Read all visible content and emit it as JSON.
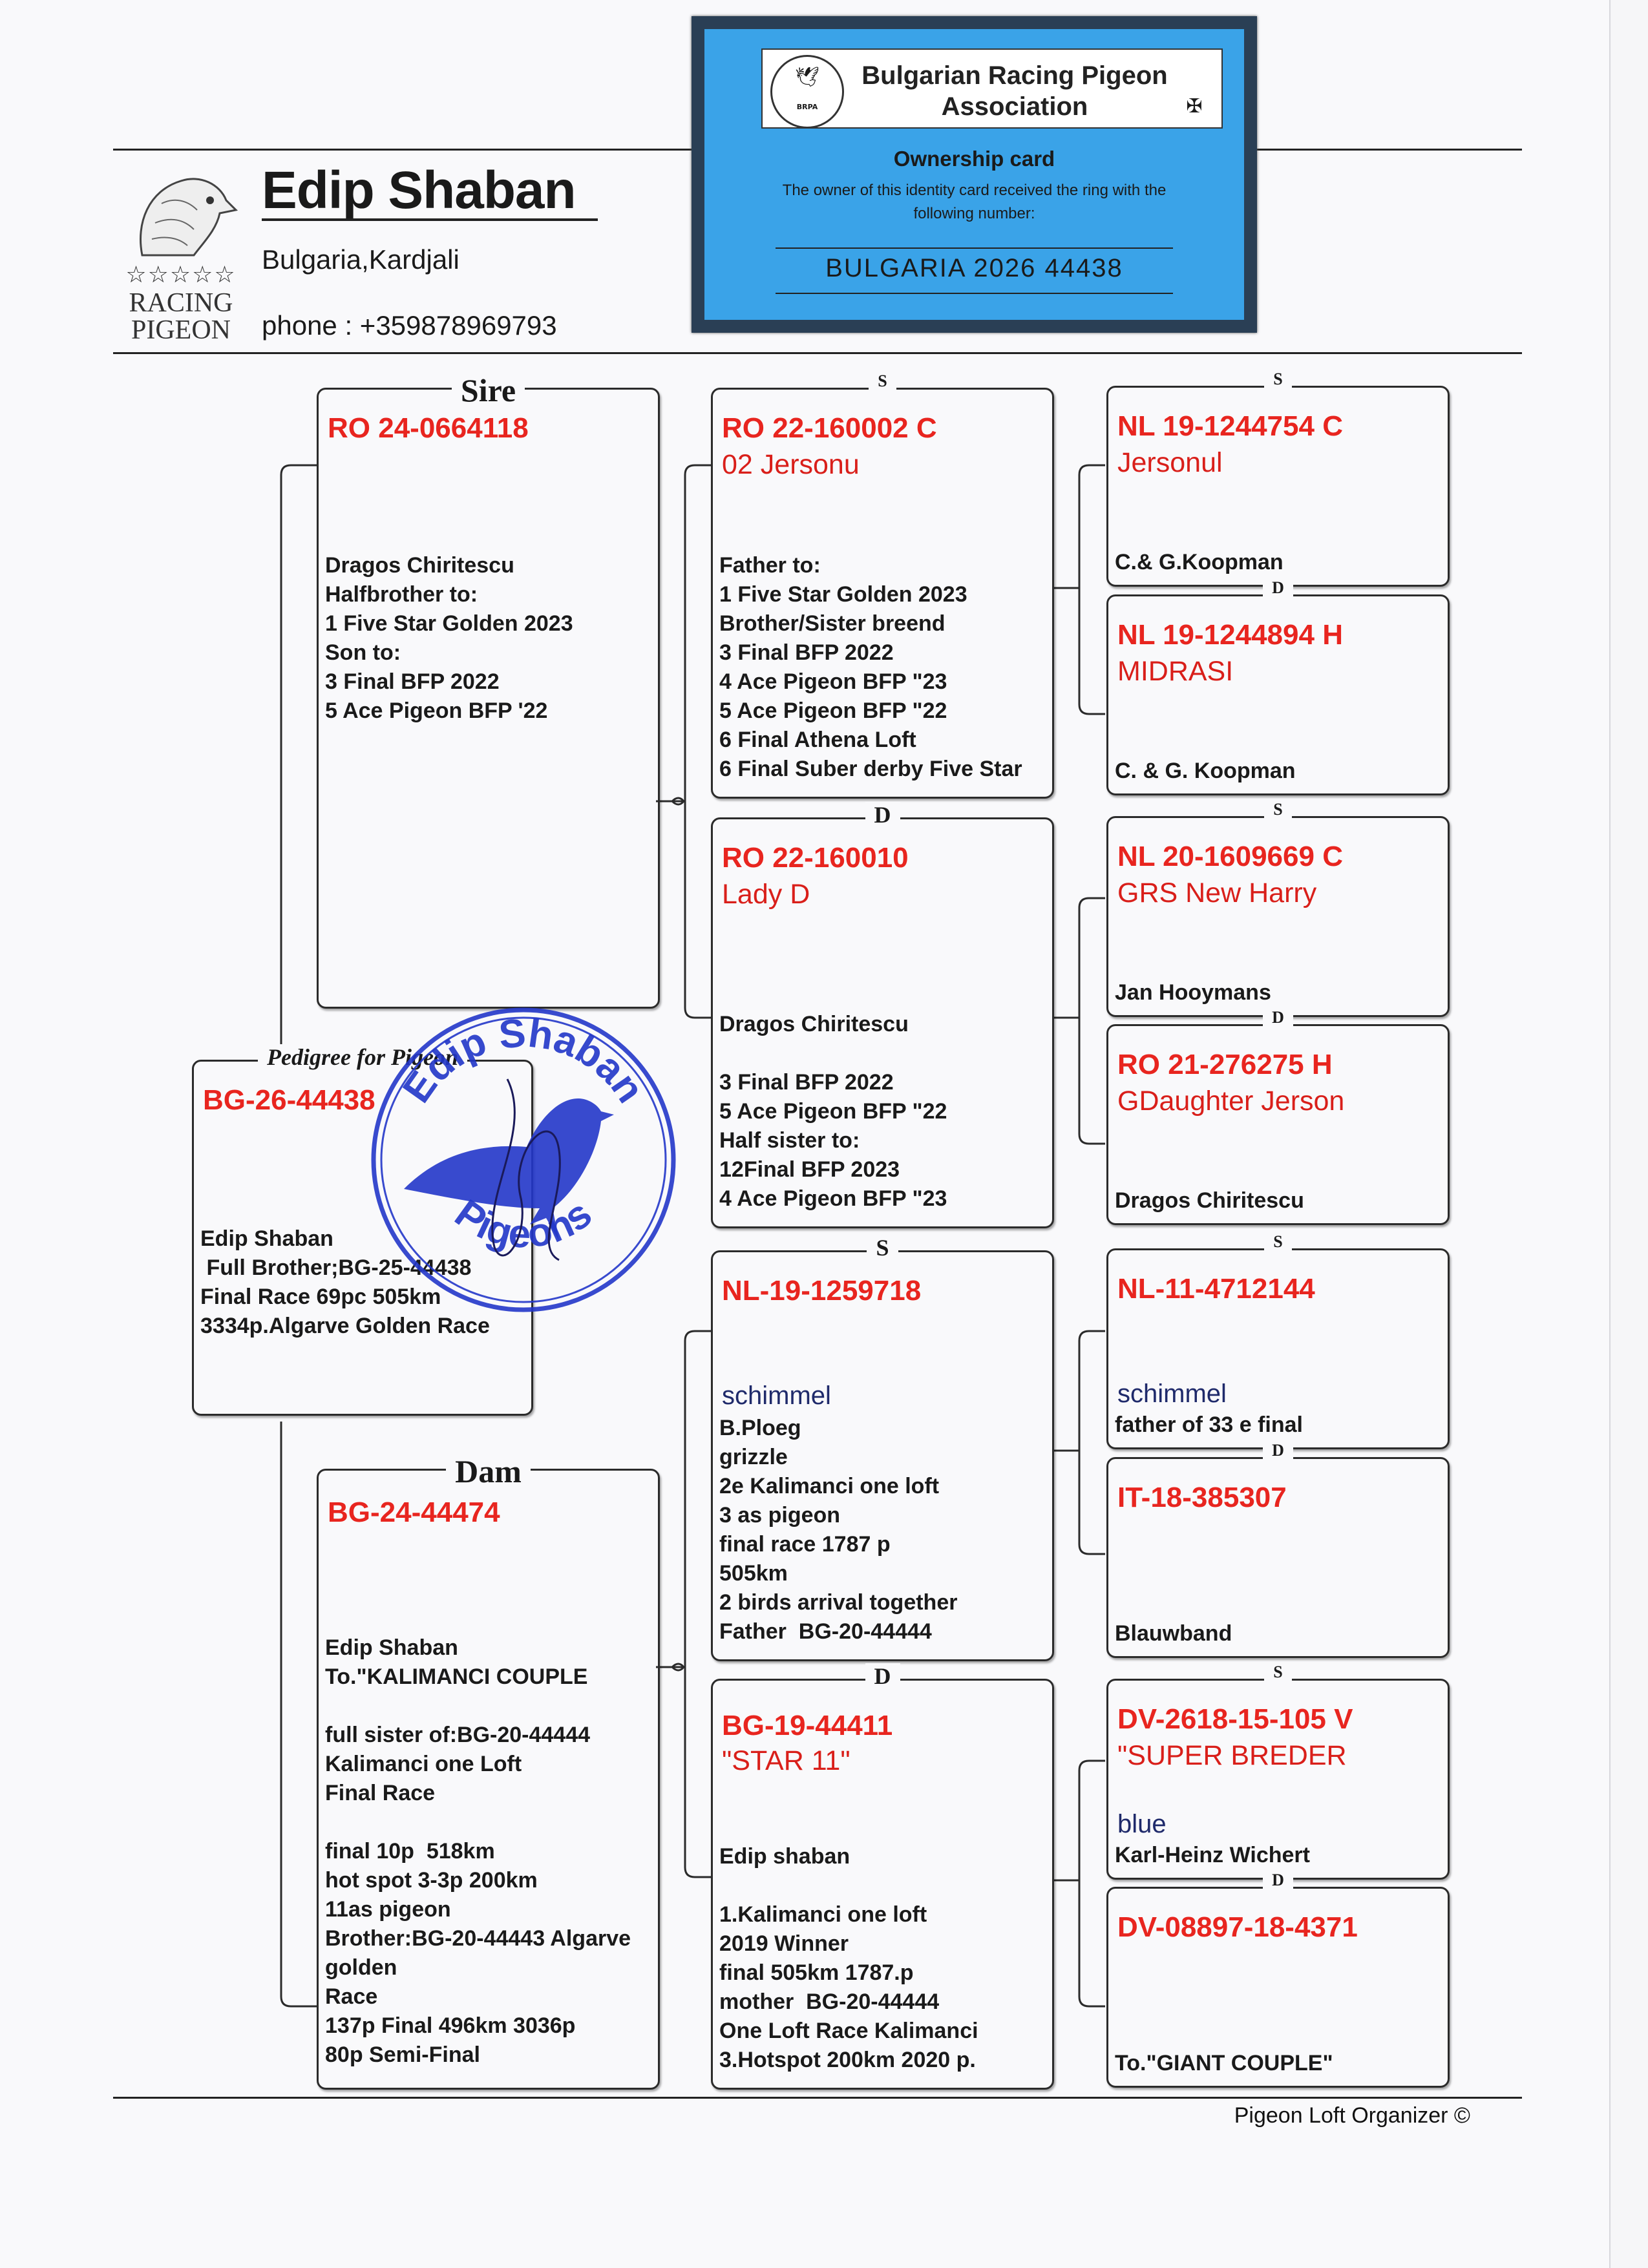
{
  "owner": {
    "name": "Edip Shaban",
    "location": "Bulgaria,Kardjali",
    "phone": "phone : +359878969793",
    "logo_stars": "☆☆☆☆☆",
    "logo_line1": "RACING",
    "logo_line2": "PIGEON"
  },
  "card": {
    "association": "Bulgarian Racing Pigeon Association",
    "title": "Ownership card",
    "text": "The owner of this identity card received the ring with the following number:",
    "ring": "BULGARIA 2026 44438",
    "emblem_text": "BRPA"
  },
  "pedigree": {
    "subject": {
      "label": "Pedigree for Pigeon",
      "ring": "BG-26-44438",
      "info": "Edip Shaban\n Full Brother;BG-25-44438\nFinal Race 69pc 505km\n3334p.Algarve Golden Race"
    },
    "sire": {
      "label": "Sire",
      "ring": "RO 24-0664118",
      "info": "Dragos Chiritescu\nHalfbrother to:\n1 Five Star Golden 2023\nSon to:\n3 Final BFP 2022\n5 Ace Pigeon BFP '22"
    },
    "dam": {
      "label": "Dam",
      "ring": "BG-24-44474",
      "info": "Edip Shaban\nTo.\"KALIMANCI COUPLE\n\nfull sister of:BG-20-44444\nKalimanci one Loft\nFinal Race\n\nfinal 10p  518km\nhot spot 3-3p 200km\n11as pigeon\nBrother:BG-20-44443 Algarve\ngolden\nRace\n137p Final 496km 3036p\n80p Semi-Final"
    },
    "ss": {
      "label": "S",
      "ring": "RO 22-160002 C",
      "name": "02 Jersonu",
      "info": "Father to:\n1 Five Star Golden 2023\nBrother/Sister breend\n3 Final BFP 2022\n4 Ace Pigeon BFP \"23\n5 Ace Pigeon BFP \"22\n6 Final Athena Loft\n6 Final Suber derby Five Star"
    },
    "sd": {
      "label": "D",
      "ring": "RO 22-160010",
      "name": "Lady D",
      "info": "Dragos Chiritescu\n\n3 Final BFP 2022\n5 Ace Pigeon BFP \"22\nHalf sister to:\n12Final BFP 2023\n4 Ace Pigeon BFP \"23"
    },
    "ds": {
      "label": "S",
      "ring": "NL-19-1259718",
      "color": "schimmel",
      "info": "B.Ploeg\ngrizzle\n2e Kalimanci one loft\n3 as pigeon\nfinal race 1787 p\n505km\n2 birds arrival together\nFather  BG-20-44444"
    },
    "dd": {
      "label": "D",
      "ring": "BG-19-44411",
      "name": "\"STAR 11\"",
      "info": "Edip shaban\n\n1.Kalimanci one loft\n2019 Winner\nfinal 505km 1787.p\nmother  BG-20-44444\nOne Loft Race Kalimanci\n3.Hotspot 200km 2020 p."
    },
    "sss": {
      "label": "S",
      "ring": "NL 19-1244754 C",
      "name": "Jersonul",
      "info": "C.& G.Koopman"
    },
    "ssd": {
      "label": "D",
      "ring": "NL 19-1244894 H",
      "name": "MIDRASI",
      "info": "C. & G. Koopman"
    },
    "sds": {
      "label": "S",
      "ring": "NL 20-1609669 C",
      "name": "GRS New Harry",
      "info": "Jan Hooymans"
    },
    "sdd": {
      "label": "D",
      "ring": "RO 21-276275 H",
      "name": "GDaughter Jerson",
      "info": "Dragos Chiritescu"
    },
    "dss": {
      "label": "S",
      "ring": "NL-11-4712144",
      "color": "schimmel",
      "info": "father of 33 e final"
    },
    "dsd": {
      "label": "D",
      "ring": "IT-18-385307",
      "info": "Blauwband"
    },
    "dds": {
      "label": "S",
      "ring": "DV-2618-15-105 V",
      "name": "\"SUPER BREDER",
      "color": "blue",
      "info": "Karl-Heinz Wichert"
    },
    "ddd": {
      "label": "D",
      "ring": "DV-08897-18-4371",
      "info": "To.\"GIANT COUPLE\""
    }
  },
  "stamp": {
    "top": "Edip Shaban",
    "bottom": "Pigeons"
  },
  "footer": "Pigeon Loft Organizer ©"
}
